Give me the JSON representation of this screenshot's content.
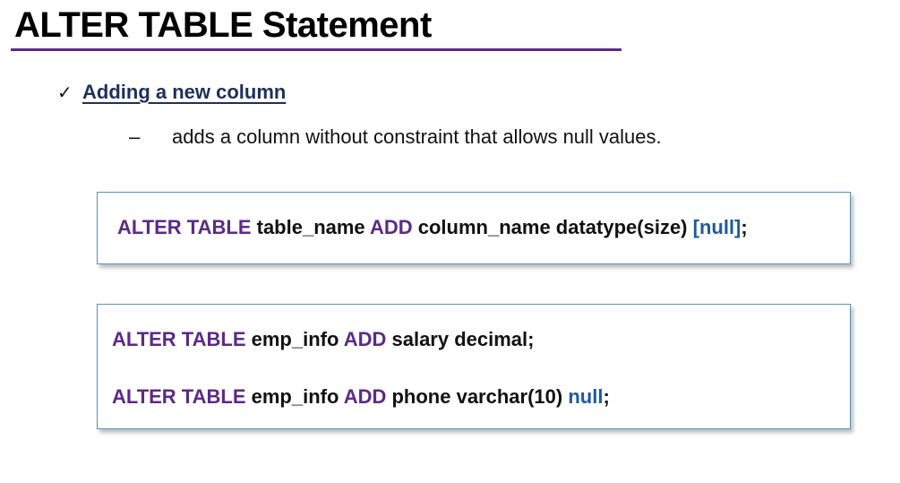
{
  "slide": {
    "title": "ALTER TABLE Statement",
    "bullet": {
      "icon": "check-icon",
      "label": "Adding a new column"
    },
    "sub_item": {
      "marker": "–",
      "text": "adds a column without constraint that allows null values."
    },
    "syntax_box": {
      "kw1": "ALTER TABLE",
      "t1": " table_name ",
      "kw2": "ADD",
      "t2": " column_name datatype(size) ",
      "opt": "[null]",
      "end": ";"
    },
    "example_box": {
      "line1": {
        "kw1": "ALTER TABLE",
        "t1": " emp_info ",
        "kw2": "ADD",
        "t2": " salary decimal;"
      },
      "line2": {
        "kw1": "ALTER TABLE",
        "t1": " emp_info ",
        "kw2": "ADD",
        "t2": " phone varchar(10) ",
        "opt": "null",
        "end": ";"
      }
    },
    "colors": {
      "keyword": "#5b2a86",
      "optional": "#1f5a9c",
      "heading": "#1f2f5c",
      "box_border": "#5a93b3",
      "title_rule": "#5b2a86"
    }
  }
}
